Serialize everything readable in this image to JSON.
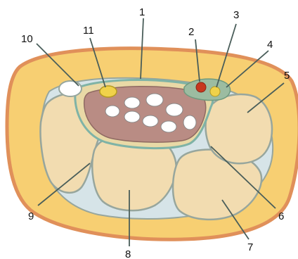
{
  "colors": {
    "skin_outline": "#e0905a",
    "subcutaneous_fill": "#f7cf72",
    "bone_fill": "#f2dcb0",
    "bone_outline": "#97a69d",
    "canal_outline": "#7fb3a6",
    "tendon_sheath_fill": "#b98c84",
    "tendon_fill": "#ffffff",
    "artery_fill": "#c7371f",
    "nerve_fill": "#f0d24a",
    "fluid_fill": "#d6e4e8",
    "vessel_group_fill": "#9cbca1",
    "leader_line": "#4a5e5a"
  },
  "labels": [
    {
      "id": "1",
      "text": "1"
    },
    {
      "id": "2",
      "text": "2"
    },
    {
      "id": "3",
      "text": "3"
    },
    {
      "id": "4",
      "text": "4"
    },
    {
      "id": "5",
      "text": "5"
    },
    {
      "id": "6",
      "text": "6"
    },
    {
      "id": "7",
      "text": "7"
    },
    {
      "id": "8",
      "text": "8"
    },
    {
      "id": "9",
      "text": "9"
    },
    {
      "id": "10",
      "text": "10"
    },
    {
      "id": "11",
      "text": "11"
    }
  ]
}
